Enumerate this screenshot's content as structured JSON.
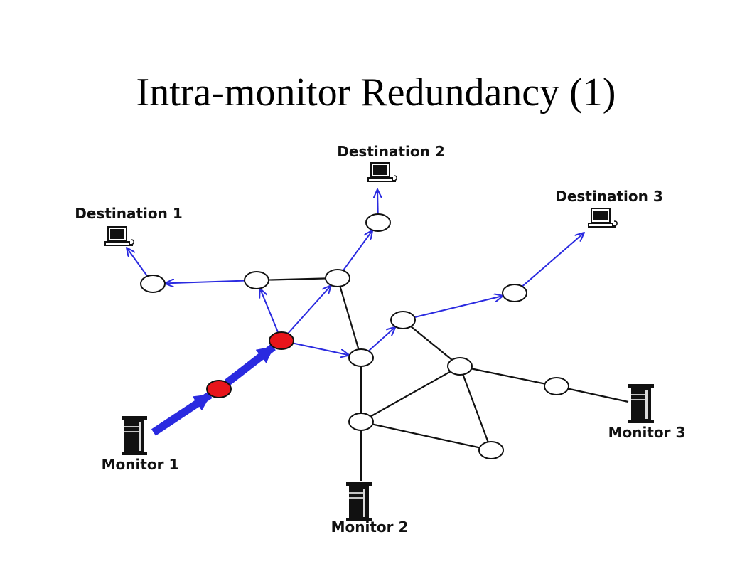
{
  "title": "Intra-monitor Redundancy (1)",
  "colors": {
    "link": "#111111",
    "probe_path": "#2a2ae0",
    "router_fill": "#ffffff",
    "redundant_router_fill": "#e8151b",
    "host_icon": "#111111"
  },
  "diagram": {
    "hosts": [
      {
        "id": "monitor1",
        "label": "Monitor 1",
        "kind": "monitor",
        "icon": "server-tower-icon"
      },
      {
        "id": "monitor2",
        "label": "Monitor 2",
        "kind": "monitor",
        "icon": "server-tower-icon"
      },
      {
        "id": "monitor3",
        "label": "Monitor 3",
        "kind": "monitor",
        "icon": "server-tower-icon"
      },
      {
        "id": "dest1",
        "label": "Destination 1",
        "kind": "destination",
        "icon": "computer-icon"
      },
      {
        "id": "dest2",
        "label": "Destination 2",
        "kind": "destination",
        "icon": "computer-icon"
      },
      {
        "id": "dest3",
        "label": "Destination 3",
        "kind": "destination",
        "icon": "computer-icon"
      }
    ],
    "routers": [
      {
        "id": "r_m1a",
        "redundant": true
      },
      {
        "id": "r_m1b",
        "redundant": true
      },
      {
        "id": "r_top_left",
        "redundant": false
      },
      {
        "id": "r_d1",
        "redundant": false
      },
      {
        "id": "r_top_mid",
        "redundant": false
      },
      {
        "id": "r_d2",
        "redundant": false
      },
      {
        "id": "r_center",
        "redundant": false
      },
      {
        "id": "r_right_up",
        "redundant": false
      },
      {
        "id": "r_d3",
        "redundant": false
      },
      {
        "id": "r_hub",
        "redundant": false
      },
      {
        "id": "r_m3",
        "redundant": false
      },
      {
        "id": "r_low",
        "redundant": false
      },
      {
        "id": "r_bottom_right",
        "redundant": false
      }
    ],
    "links": [
      {
        "from": "r_top_left",
        "to": "r_top_mid"
      },
      {
        "from": "r_top_mid",
        "to": "r_center"
      },
      {
        "from": "r_center",
        "to": "r_low"
      },
      {
        "from": "r_low",
        "to": "monitor2"
      },
      {
        "from": "r_low",
        "to": "r_hub"
      },
      {
        "from": "r_low",
        "to": "r_bottom_right"
      },
      {
        "from": "r_hub",
        "to": "r_bottom_right"
      },
      {
        "from": "r_right_up",
        "to": "r_hub"
      },
      {
        "from": "r_hub",
        "to": "r_m3"
      },
      {
        "from": "r_m3",
        "to": "monitor3"
      }
    ],
    "probe_paths": [
      {
        "from": "monitor1",
        "to": "r_m1a",
        "thick": true
      },
      {
        "from": "r_m1a",
        "to": "r_m1b",
        "thick": true
      },
      {
        "from": "r_m1b",
        "to": "r_top_left",
        "thick": false
      },
      {
        "from": "r_m1b",
        "to": "r_top_mid",
        "thick": false
      },
      {
        "from": "r_m1b",
        "to": "r_center",
        "thick": false
      },
      {
        "from": "r_top_left",
        "to": "r_d1",
        "thick": false
      },
      {
        "from": "r_d1",
        "to": "dest1",
        "thick": false
      },
      {
        "from": "r_top_mid",
        "to": "r_d2",
        "thick": false
      },
      {
        "from": "r_d2",
        "to": "dest2",
        "thick": false
      },
      {
        "from": "r_center",
        "to": "r_right_up",
        "thick": false
      },
      {
        "from": "r_right_up",
        "to": "r_d3",
        "thick": false
      },
      {
        "from": "r_d3",
        "to": "dest3",
        "thick": false
      }
    ]
  }
}
